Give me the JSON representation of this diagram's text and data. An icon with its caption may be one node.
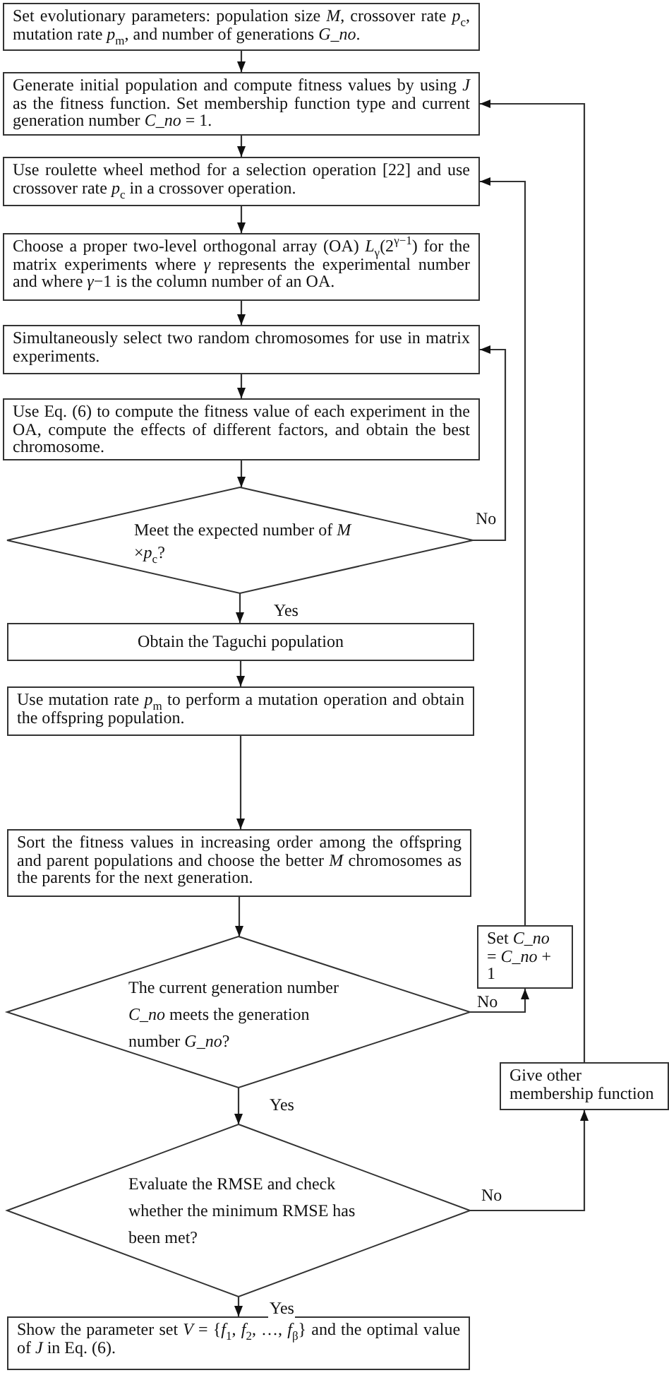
{
  "diagram": {
    "nodes": [
      {
        "text": [
          "Set evolutionary parameters: population size *M*, crossover rate *p*$_{c}$, mutation rate *p*$_{m}$, and number of generations *G_no*."
        ]
      },
      {
        "text": [
          "Generate initial population and compute fitness values by using *J* as the fitness function. Set membership function type and current generation number *C_no* = 1."
        ]
      },
      {
        "text": [
          "Use roulette wheel method for a selection operation [22] and use crossover rate *p*$_{c}$ in a crossover operation."
        ]
      },
      {
        "text": [
          "Choose a proper two-level orthogonal array (OA) *L*$_{γ}$(2$^{γ−1}$) for the matrix experiments where *γ* represents the experimental number and where *γ*−1 is the column number of an OA."
        ]
      },
      {
        "text": [
          "Simultaneously select two random chromosomes for use in matrix experiments."
        ]
      },
      {
        "text": [
          "Use Eq. (6) to compute the fitness value of each experiment in the OA, compute the effects of different factors, and obtain the best chromosome."
        ]
      },
      {
        "text": [
          "Meet the expected number of *M* ×*p*$_{c}$?"
        ]
      },
      {
        "text": [
          "Obtain the Taguchi population"
        ]
      },
      {
        "text": [
          "Use mutation rate *p*$_{m}$ to perform a mutation operation and obtain the offspring population."
        ]
      },
      {
        "text": [
          "Sort the fitness values in increasing order among the offspring and parent populations and choose the better *M* chromosomes as the parents for the next generation."
        ]
      },
      {
        "text": [
          "The current generation number *C_no* meets the generation number *G_no*?"
        ]
      },
      {
        "text": [
          "Set *C_no* = *C_no* + 1"
        ]
      },
      {
        "text": [
          "Give other membership function"
        ]
      },
      {
        "text": [
          "Evaluate the RMSE and check whether the minimum RMSE has been met?"
        ]
      },
      {
        "text": [
          "Show the parameter set *V* = {*f*$_{1}$, *f*$_{2}$, …, *f*$_{β}$} and the optimal value of *J* in Eq. (6)."
        ]
      }
    ],
    "edges": [
      {
        "from": 0,
        "to": 1,
        "arrow": "to"
      },
      {
        "from": 1,
        "to": 2,
        "arrow": "to"
      },
      {
        "from": 2,
        "to": 3,
        "arrow": "to"
      },
      {
        "from": 3,
        "to": 4,
        "arrow": "to"
      },
      {
        "from": 4,
        "to": 5,
        "arrow": "to"
      },
      {
        "from": 5,
        "to": 6,
        "arrow": "to"
      },
      {
        "from": 6,
        "to": 7,
        "arrow": "to",
        "label": "Yes"
      },
      {
        "from": 6,
        "to": 4,
        "arrow": "to",
        "label": "No"
      },
      {
        "from": 7,
        "to": 8,
        "arrow": "to"
      },
      {
        "from": 8,
        "to": 9,
        "arrow": "to"
      },
      {
        "from": 9,
        "to": 10,
        "arrow": "to"
      },
      {
        "from": 10,
        "to": 11,
        "arrow": "to",
        "label": "No"
      },
      {
        "from": 11,
        "to": 2,
        "arrow": "to"
      },
      {
        "from": 10,
        "to": 13,
        "arrow": "to",
        "label": "Yes"
      },
      {
        "from": 13,
        "to": 12,
        "arrow": "to",
        "label": "No"
      },
      {
        "from": 12,
        "to": 1,
        "arrow": "to"
      },
      {
        "from": 13,
        "to": 14,
        "arrow": "to",
        "label": "Yes"
      }
    ]
  }
}
